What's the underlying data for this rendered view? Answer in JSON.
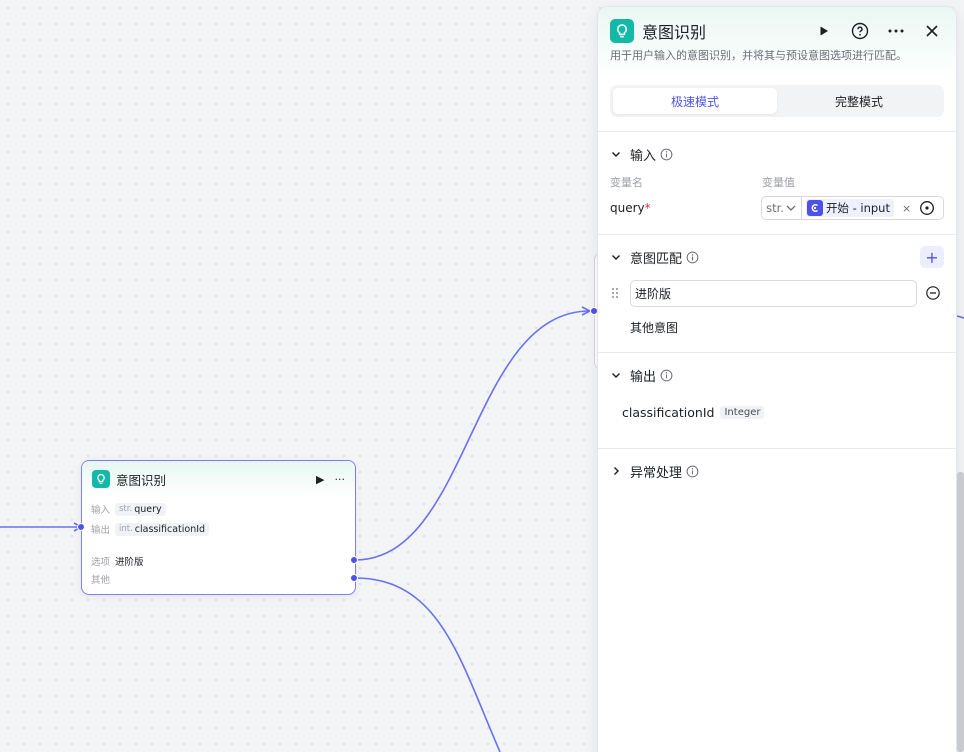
{
  "canvas_node": {
    "title": "意图识别",
    "run_icon": "play-icon",
    "more_icon": "more-icon",
    "input_label": "输入",
    "input_type": "str.",
    "input_value": "query",
    "output_label": "输出",
    "output_type": "int.",
    "output_value": "classificationId",
    "option_label": "选项",
    "option_value": "进阶版",
    "other_label": "其他"
  },
  "panel": {
    "title": "意图识别",
    "description": "用于用户输入的意图识别，并将其与预设意图选项进行匹配。",
    "tabs": [
      {
        "label": "极速模式",
        "active": true
      },
      {
        "label": "完整模式",
        "active": false
      }
    ],
    "input_section": {
      "title": "输入",
      "col_name": "变量名",
      "col_value": "变量值",
      "var_name": "query",
      "required_mark": "*",
      "type": "str.",
      "ref_text": "开始 - input",
      "clear": "×"
    },
    "intent_section": {
      "title": "意图匹配",
      "add": "+",
      "intent_value": "进阶版",
      "other": "其他意图"
    },
    "output_section": {
      "title": "输出",
      "var_name": "classificationId",
      "type": "Integer"
    },
    "error_section": {
      "title": "异常处理"
    }
  },
  "colors": {
    "accent": "#4d53e8",
    "app_icon": "#14b8a6",
    "edge": "#6b70f0"
  }
}
